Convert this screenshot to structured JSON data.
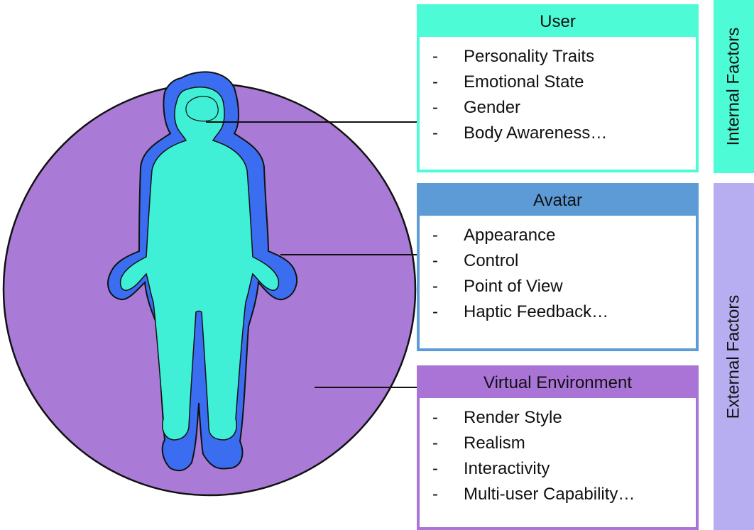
{
  "colors": {
    "user": "#4dfcd6",
    "avatar": "#5c9bd6",
    "virtual_environment": "#a974d6",
    "external_factors": "#b6aef0",
    "circle_fill": "#a97bd6",
    "body_outer": "#3a6df0",
    "body_inner": "#3ff0d6"
  },
  "user": {
    "title": "User",
    "items": [
      "Personality Traits",
      "Emotional State",
      "Gender",
      "Body Awareness…"
    ]
  },
  "avatar": {
    "title": "Avatar",
    "items": [
      "Appearance",
      "Control",
      "Point of View",
      "Haptic Feedback…"
    ]
  },
  "virtual_environment": {
    "title": "Virtual Environment",
    "items": [
      "Render Style",
      "Realism",
      "Interactivity",
      "Multi-user Capability…"
    ]
  },
  "factors": {
    "internal": "Internal Factors",
    "external": "External Factors"
  },
  "bullet": "-"
}
